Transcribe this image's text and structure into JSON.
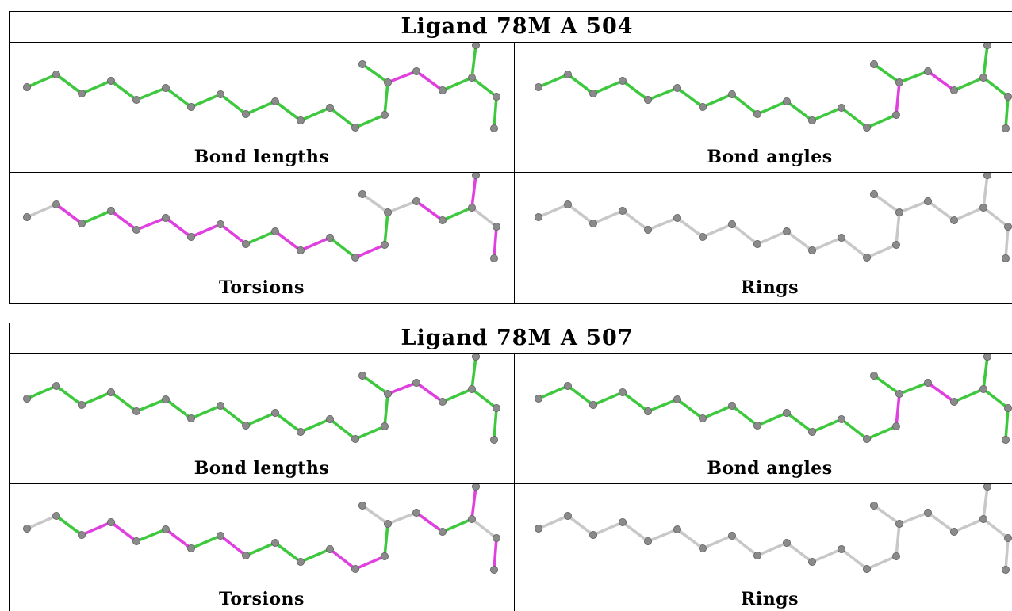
{
  "ligands": [
    {
      "title": "Ligand 78M A 504",
      "panels": [
        {
          "caption": "Bond lengths",
          "bond_colors": [
            "g",
            "g",
            "g",
            "g",
            "g",
            "g",
            "g",
            "g",
            "g",
            "g",
            "g",
            "g",
            "g",
            "g",
            "m",
            "m",
            "g",
            "g",
            "g",
            "g"
          ]
        },
        {
          "caption": "Bond angles",
          "bond_colors": [
            "g",
            "g",
            "g",
            "g",
            "g",
            "g",
            "g",
            "g",
            "g",
            "g",
            "g",
            "g",
            "g",
            "m",
            "g",
            "m",
            "g",
            "g",
            "g",
            "g"
          ]
        },
        {
          "caption": "Torsions",
          "bond_colors": [
            "w",
            "m",
            "g",
            "m",
            "m",
            "m",
            "m",
            "m",
            "g",
            "m",
            "m",
            "g",
            "m",
            "g",
            "w",
            "m",
            "g",
            "m",
            "w",
            "m"
          ]
        },
        {
          "caption": "Rings",
          "bond_colors": [
            "w",
            "w",
            "w",
            "w",
            "w",
            "w",
            "w",
            "w",
            "w",
            "w",
            "w",
            "w",
            "w",
            "w",
            "w",
            "w",
            "w",
            "w",
            "w",
            "w"
          ]
        }
      ]
    },
    {
      "title": "Ligand 78M A 507",
      "panels": [
        {
          "caption": "Bond lengths",
          "bond_colors": [
            "g",
            "g",
            "g",
            "g",
            "g",
            "g",
            "g",
            "g",
            "g",
            "g",
            "g",
            "g",
            "g",
            "g",
            "m",
            "m",
            "g",
            "g",
            "g",
            "g"
          ]
        },
        {
          "caption": "Bond angles",
          "bond_colors": [
            "g",
            "g",
            "g",
            "g",
            "g",
            "g",
            "g",
            "g",
            "g",
            "g",
            "g",
            "g",
            "g",
            "m",
            "g",
            "m",
            "g",
            "g",
            "g",
            "g"
          ]
        },
        {
          "caption": "Torsions",
          "bond_colors": [
            "w",
            "g",
            "m",
            "m",
            "g",
            "m",
            "g",
            "m",
            "g",
            "g",
            "g",
            "m",
            "m",
            "g",
            "w",
            "m",
            "g",
            "m",
            "w",
            "m"
          ]
        },
        {
          "caption": "Rings",
          "bond_colors": [
            "w",
            "w",
            "w",
            "w",
            "w",
            "w",
            "w",
            "w",
            "w",
            "w",
            "w",
            "w",
            "w",
            "w",
            "w",
            "w",
            "w",
            "w",
            "w",
            "w"
          ]
        }
      ]
    }
  ],
  "colors": {
    "g": "#3ec83e",
    "m": "#e040e0",
    "w": "#c8c8c8",
    "atom": "#8a8a8a",
    "atom_edge": "#5e5e5e"
  }
}
